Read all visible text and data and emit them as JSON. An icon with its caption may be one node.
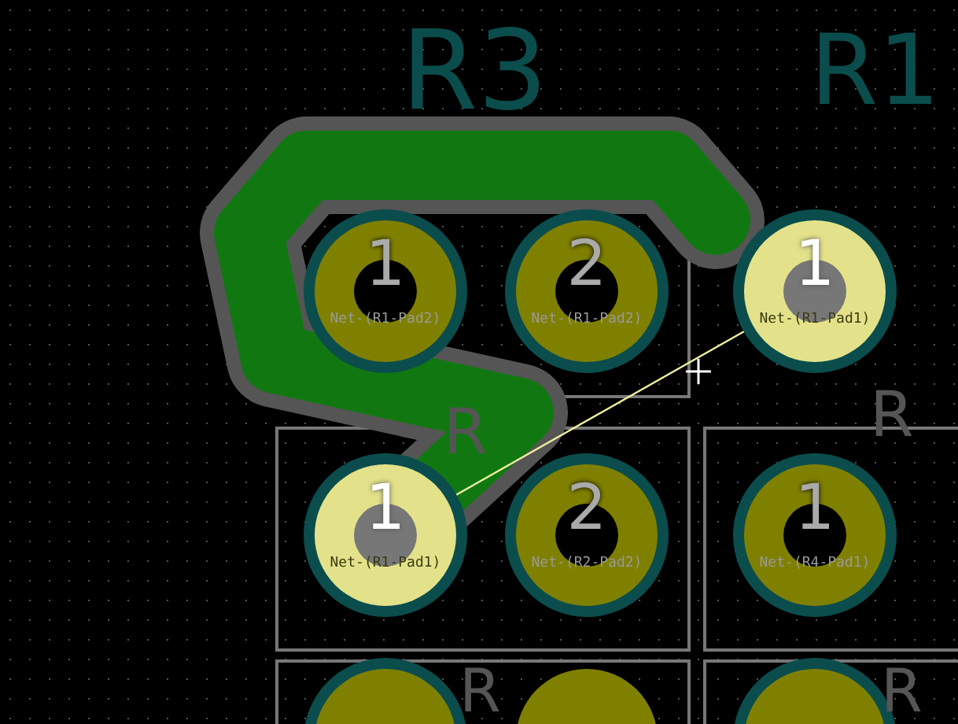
{
  "diagram": {
    "nodes": [
      {
        "text": [
          "1",
          "Net-(R1-Pad2)"
        ]
      },
      {
        "text": [
          "2",
          "Net-(R1-Pad2)"
        ]
      },
      {
        "text": [
          "1",
          "Net-(R1-Pad1)"
        ]
      },
      {
        "text": [
          "1",
          "Net-(R1-Pad1)"
        ]
      },
      {
        "text": [
          "2",
          "Net-(R2-Pad2)"
        ]
      },
      {
        "text": [
          "1",
          "Net-(R4-Pad1)"
        ]
      }
    ],
    "edges": [
      {
        "from": 3,
        "to": 2,
        "arrow": "none"
      }
    ],
    "labels": [
      "R3",
      "R1",
      "R",
      "R",
      "R",
      "R"
    ]
  }
}
